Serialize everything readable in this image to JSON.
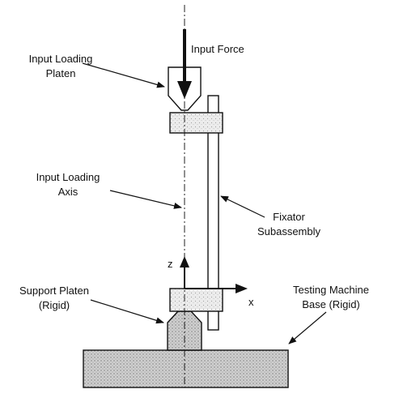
{
  "labels": {
    "input_force": "Input Force",
    "input_loading_platen_1": "Input Loading",
    "input_loading_platen_2": "Platen",
    "input_loading_axis_1": "Input Loading",
    "input_loading_axis_2": "Axis",
    "fixator_1": "Fixator",
    "fixator_2": "Subassembly",
    "support_platen_1": "Support Platen",
    "support_platen_2": "(Rigid)",
    "testing_machine_1": "Testing Machine",
    "testing_machine_2": "Base (Rigid)",
    "axis_z": "z",
    "axis_x": "x"
  },
  "colors": {
    "line": "#111111",
    "hatch_fill": "#c8c8c8",
    "stipple_fill": "#e2e2e2"
  }
}
